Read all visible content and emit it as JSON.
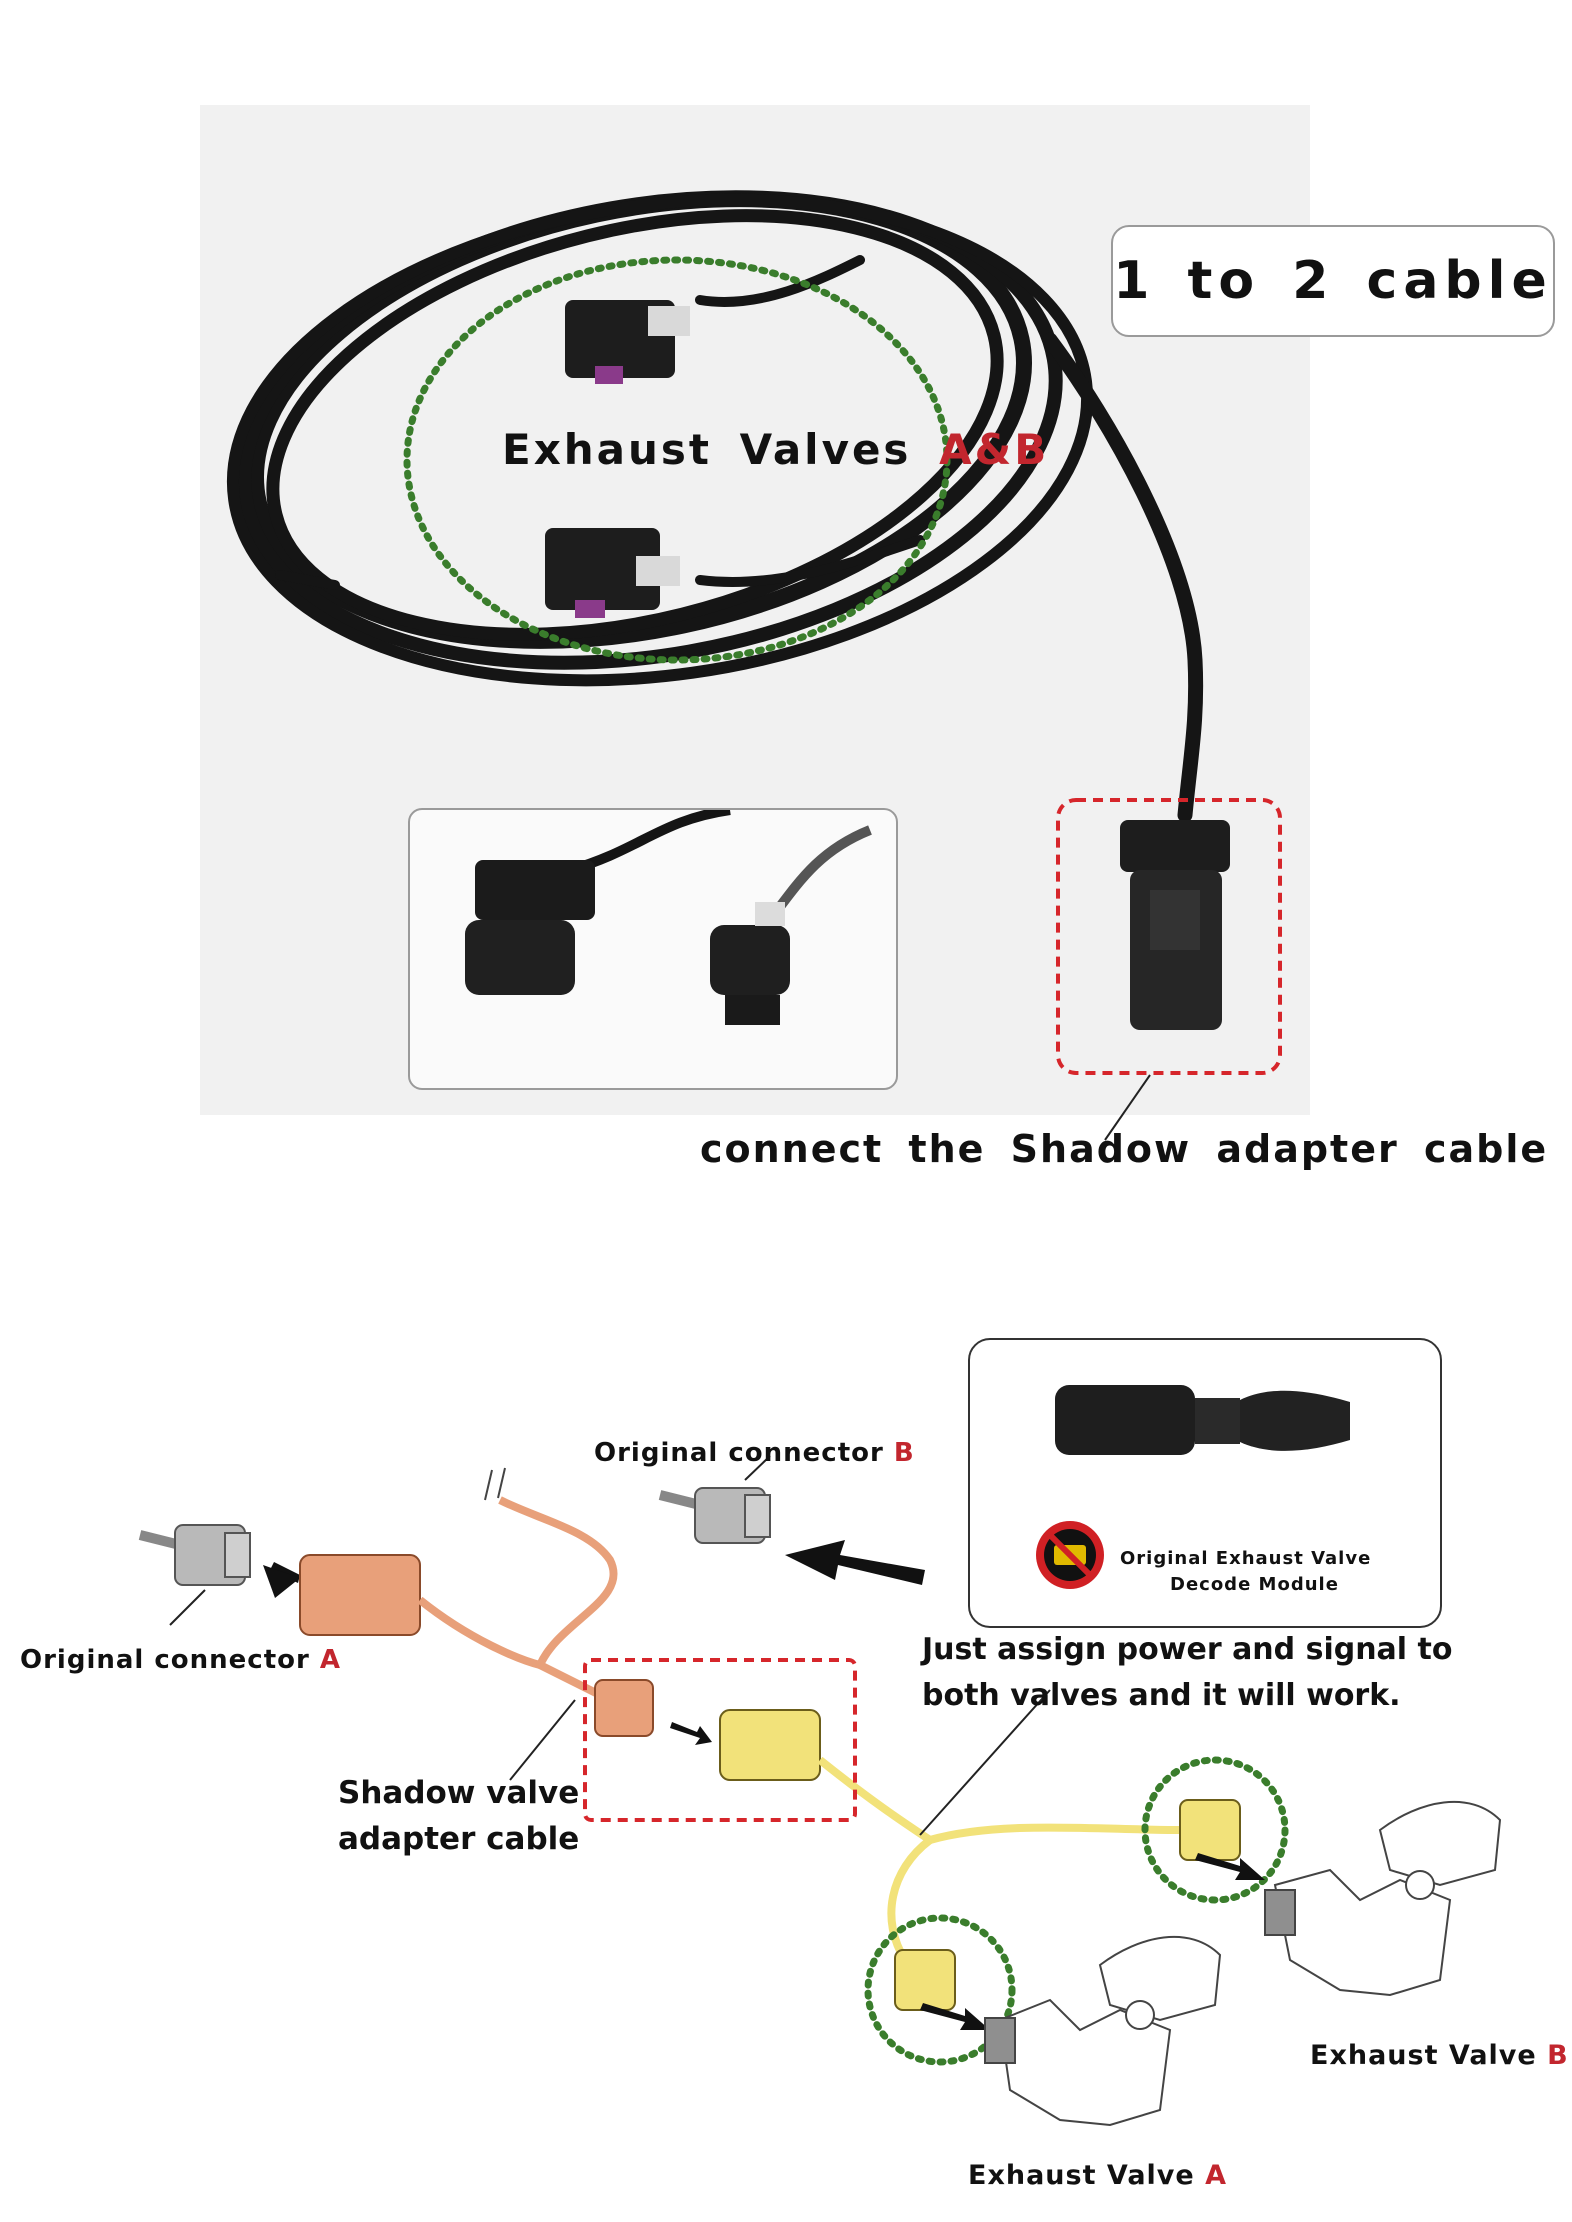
{
  "top_section": {
    "title_box": "1 to 2 cable",
    "exhaust_label_prefix": "Exhaust Valves",
    "exhaust_label_accent": "A&B",
    "connect_label": "connect the Shadow adapter cable"
  },
  "bottom_section": {
    "original_connector_b_prefix": "Original connector",
    "original_connector_b_accent": "B",
    "original_connector_a_prefix": "Original connector",
    "original_connector_a_accent": "A",
    "decode_module_line1": "Original Exhaust Valve",
    "decode_module_line2": "Decode Module",
    "assign_line1": "Just assign power and signal to",
    "assign_line2": "both valves and it will work.",
    "shadow_line1": "Shadow valve",
    "shadow_line2": "adapter cable",
    "exhaust_valve_b_prefix": "Exhaust Valve",
    "exhaust_valve_b_accent": "B",
    "exhaust_valve_a_prefix": "Exhaust Valve",
    "exhaust_valve_a_accent": "A"
  },
  "colors": {
    "accent_red": "#c2262e",
    "dashed_green": "#3a7d2c",
    "dashed_red": "#d6262b",
    "adapter_orange": "#e8a07a",
    "cable_yellow": "#f2e27a"
  }
}
